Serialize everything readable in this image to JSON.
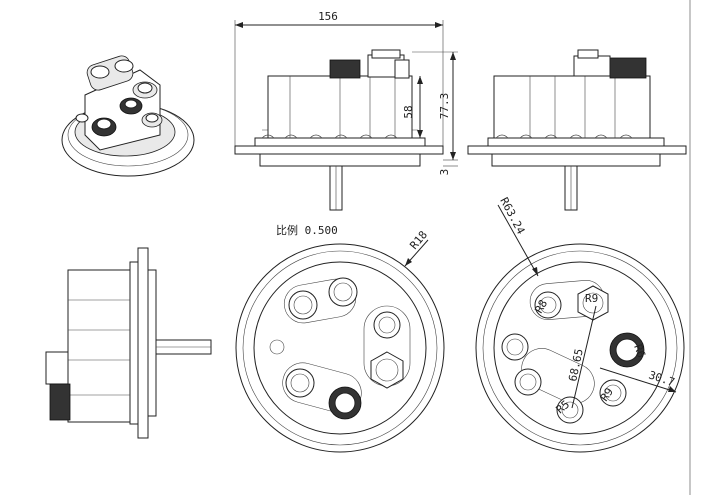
{
  "scale_label": "比例 0.500",
  "dimensions": {
    "overall_width": "156",
    "body_height": "58",
    "total_height": "77.3",
    "flange": "3",
    "outer_radius": "R18",
    "radius_bottom": "R63.24",
    "radius_small_a": "R9",
    "radius_small_b": "R8",
    "radius_small_c": "R9",
    "radius_small_d": "R5",
    "diag_length": "68.65",
    "offset": "30.7",
    "radius_e": "R6"
  },
  "colors": {
    "line": "#222222",
    "shade": "#e9e9e9",
    "dark": "#333333"
  }
}
